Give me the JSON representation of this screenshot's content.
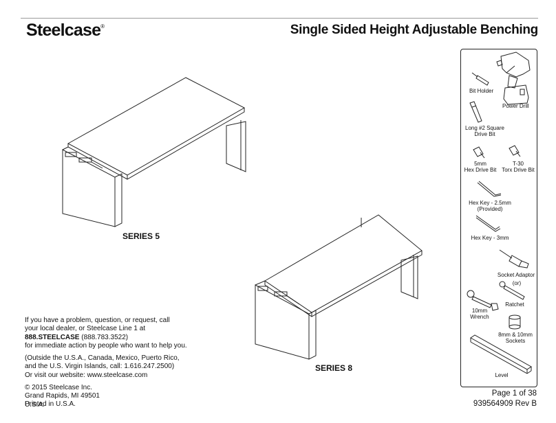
{
  "header": {
    "brand": "Steelcase",
    "brand_mark": "®",
    "title": "Single Sided Height Adjustable Benching"
  },
  "products": {
    "series5_label": "SERIES 5",
    "series8_label": "SERIES 8"
  },
  "contact": {
    "line1": "If you have a problem, question, or request, call",
    "line2": "your local dealer, or Steelcase Line 1 at",
    "phone_bold": "888.STEELCASE",
    "phone_digits": " (888.783.3522)",
    "line4": "for immediate action by people who want to help you.",
    "outside1": "(Outside the U.S.A., Canada, Mexico, Puerto Rico,",
    "outside2": "and the U.S. Virgin Islands, call: 1.616.247.2500)",
    "website": "Or visit our website: www.steelcase.com",
    "copyright": "© 2015 Steelcase Inc.",
    "city": "Grand Rapids, MI 49501",
    "country": "U.S.A."
  },
  "footer": {
    "printed": "Printed in U.S.A.",
    "page": "Page 1 of 38",
    "docnum": "939564909  Rev B"
  },
  "tools": {
    "bit_holder": "Bit Holder",
    "power_drill": "Power Drill",
    "long_bit_1": "Long #2 Square",
    "long_bit_2": "Drive Bit",
    "hex_bit_1": "5mm",
    "hex_bit_2": "Hex Drive Bit",
    "torx_bit_1": "T-30",
    "torx_bit_2": "Torx Drive Bit",
    "hex_key_25_1": "Hex Key - 2.5mm",
    "hex_key_25_2": "(Provided)",
    "hex_key_3": "Hex Key - 3mm",
    "socket_adaptor": "Socket Adaptor",
    "or": "(or)",
    "ratchet": "Ratchet",
    "wrench_1": "10mm",
    "wrench_2": "Wrench",
    "sockets_1": "8mm & 10mm",
    "sockets_2": "Sockets",
    "level": "Level"
  }
}
